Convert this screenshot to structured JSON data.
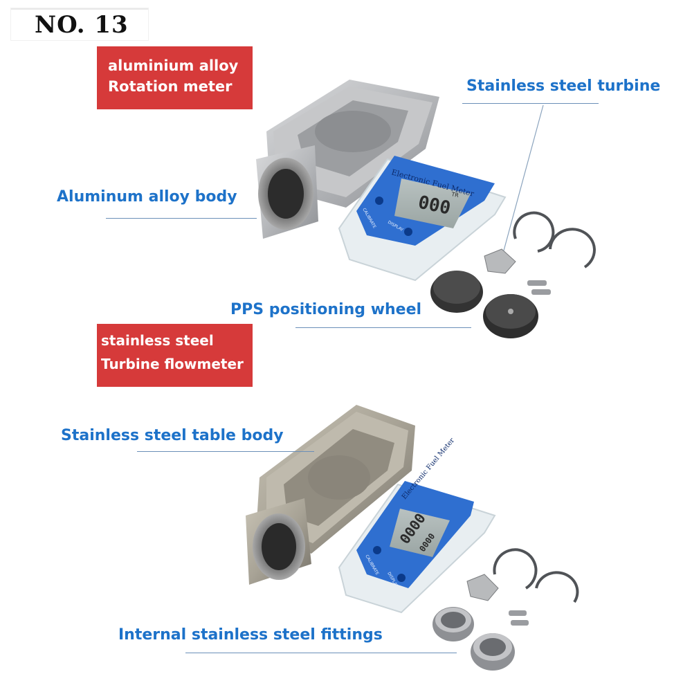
{
  "badge": {
    "text": "NO. 13"
  },
  "red_labels": {
    "top": {
      "line1": "aluminium alloy",
      "line2": "Rotation meter"
    },
    "middle": {
      "line1": "stainless steel",
      "line2": "Turbine flowmeter"
    }
  },
  "callouts": {
    "stainless_turbine": "Stainless steel turbine",
    "aluminum_body": "Aluminum alloy body",
    "pps_wheel": "PPS positioning wheel",
    "steel_body": "Stainless steel table body",
    "internal_fittings": "Internal stainless steel fittings"
  },
  "meter_top": {
    "title": "Electronic Fuel Meter",
    "digits": "000",
    "unit": "TR",
    "left_btn": "CALIBRATE",
    "right_btn": "DISPLAY"
  },
  "meter_bottom": {
    "title": "Electronic Fuel Meter",
    "digits": "0000",
    "sub_digits": "0000",
    "left_btn": "CALIBRATE",
    "right_btn": "DISPLAY"
  },
  "colors": {
    "red": "#d63a3a",
    "blue_text": "#1d72c9",
    "meter_blue": "#2f6fd0"
  }
}
